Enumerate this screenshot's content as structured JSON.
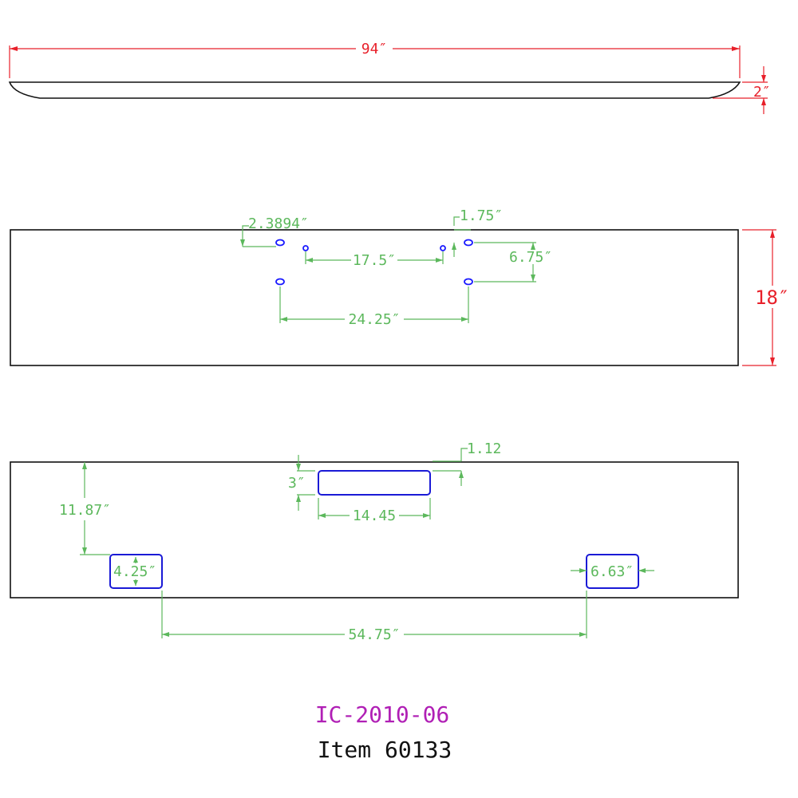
{
  "dimensions": {
    "overall_length": "94″",
    "depth": "2″",
    "height": "18″",
    "hole_offset": "2.3894″",
    "hole_vertical_offset": "1.75″",
    "inner_hole_spacing": "17.5″",
    "hole_row_spacing": "6.75″",
    "outer_hole_spacing": "24.25″",
    "slot_top_offset": "1.12",
    "slot_height": "3″",
    "slot_width": "14.45",
    "cutout_height_from_top": "11.87″",
    "cutout_height": "4.25″",
    "cutout_width": "6.63″",
    "cutout_spacing": "54.75″"
  },
  "title": {
    "code": "IC-2010-06",
    "item": "Item 60133"
  }
}
